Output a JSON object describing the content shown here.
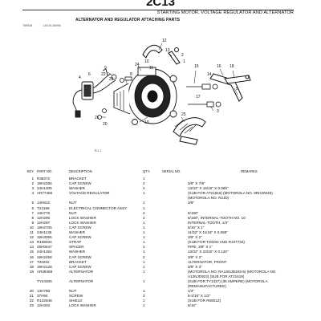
{
  "header": {
    "section_code": "2C13",
    "section_title": "STARTING MOTOR, VOLTAGE REGULATOR AND ALTERNATOR",
    "subtitle": "ALTERNATOR AND REGULATOR ATTACHING PARTS",
    "ref_left": "T69538",
    "ref_mid": "-UN-01JAN94"
  },
  "figure": {
    "code": "R-1 1",
    "callouts": [
      "1",
      "2",
      "3",
      "4",
      "5",
      "6",
      "7",
      "8",
      "9",
      "10",
      "11",
      "12",
      "13",
      "14",
      "15",
      "16",
      "17",
      "18",
      "19",
      "20",
      "21",
      "22",
      "23",
      "24",
      "25"
    ]
  },
  "table": {
    "headers": {
      "key": "KEY",
      "part_no": "PART NO.",
      "description": "DESCRIPTION",
      "qty": "QTY.",
      "serial_no": "SERIAL NO.",
      "remarks": "REMARKS"
    },
    "rows": [
      {
        "key": "1",
        "part": "R38372",
        "desc": "BRACKET",
        "qty": "1",
        "serial": "",
        "rem": ""
      },
      {
        "key": "2",
        "part": "19H2284",
        "desc": "CAP SCREW",
        "qty": "2",
        "serial": "",
        "rem": "3/8\" X 7/8\""
      },
      {
        "key": "3",
        "part": "24H1305",
        "desc": "WASHER",
        "qty": "2",
        "serial": "",
        "rem": "13/32\" X 15/16\" X 0.065\""
      },
      {
        "key": "4",
        "part": "AR77465",
        "desc": "VOLTAGE REGULATOR",
        "qty": "1",
        "serial": "",
        "rem": "(SUB FOR AT21815) (MOTOROLA NO. 9RH20048)"
      },
      {
        "key": "",
        "part": "",
        "desc": "",
        "qty": "",
        "serial": "",
        "rem": "(MOTOROLA NO. R2JD)"
      },
      {
        "key": "5",
        "part": "14H812",
        "desc": "NUT",
        "qty": "1",
        "serial": "",
        "rem": "3/8\""
      },
      {
        "key": "6",
        "part": "T24166",
        "desc": "ELECTRICAL CONNECTOR ASSY",
        "qty": "1",
        "serial": "",
        "rem": ""
      },
      {
        "key": "7",
        "part": "14H776",
        "desc": "NUT",
        "qty": "2",
        "serial": "",
        "rem": "5/180\""
      },
      {
        "key": "8",
        "part": "12H295",
        "desc": "LOCK WASHER",
        "qty": "2",
        "serial": "",
        "rem": "5/180\", INTERNAL-TOOTH NO. 10"
      },
      {
        "key": "9",
        "part": "12H297",
        "desc": "LOCK WASHER",
        "qty": "1",
        "serial": "",
        "rem": "INTERNAL-TOOTH, 1/4\""
      },
      {
        "key": "10",
        "part": "19H2705",
        "desc": "CAP SCREW",
        "qty": "1",
        "serial": "",
        "rem": "5/16\" X 1\""
      },
      {
        "key": "11",
        "part": "24H1135",
        "desc": "WASHER",
        "qty": "1",
        "serial": "",
        "rem": "11/32\" X 11/16\" X 0.065\""
      },
      {
        "key": "12",
        "part": "19H3065",
        "desc": "CAP SCREW",
        "qty": "1",
        "serial": "",
        "rem": "3/8\" X 2\""
      },
      {
        "key": "13",
        "part": "R108404",
        "desc": "STRAP",
        "qty": "1",
        "serial": "",
        "rem": "(SUB FOR T20204 AND R107734)"
      },
      {
        "key": "14",
        "part": "28H0547",
        "desc": "SPACER",
        "qty": "2",
        "serial": "",
        "rem": "PIPE, 3/8\" X 1\""
      },
      {
        "key": "15",
        "part": "24H1364",
        "desc": "WASHER",
        "qty": "1",
        "serial": "",
        "rem": "13/32\" X 23/32\" X 0.120\""
      },
      {
        "key": "16",
        "part": "19H2458",
        "desc": "CAP SCREW",
        "qty": "2",
        "serial": "",
        "rem": "3/8\" X 2\""
      },
      {
        "key": "17",
        "part": "T20202",
        "desc": "BRACKET",
        "qty": "1",
        "serial": "",
        "rem": "ALTERNATOR, FRONT"
      },
      {
        "key": "18",
        "part": "19H2128",
        "desc": "CAP SCREW",
        "qty": "1",
        "serial": "",
        "rem": "3/8\" X 3\""
      },
      {
        "key": "19",
        "part": "AR38458",
        "desc": "ALTERNATOR",
        "qty": "1",
        "serial": "",
        "rem": "(MOTOROLA NO. RA1SNJD453-5) (MOTOROLA NO."
      },
      {
        "key": "",
        "part": "",
        "desc": "",
        "qty": "",
        "serial": "",
        "rem": "A12NJD923) (SUB FOR AT21619)"
      },
      {
        "key": "",
        "part": "TY24306",
        "desc": "ALTERNATOR",
        "qty": "1",
        "serial": "",
        "rem": "(SUB FOR TY1427) (35 AMPERE) (MOTOROLA"
      },
      {
        "key": "",
        "part": "",
        "desc": "",
        "qty": "",
        "serial": "",
        "rem": "(REMANUFACTURED)"
      },
      {
        "key": "20",
        "part": "14H786",
        "desc": "NUT",
        "qty": "1",
        "serial": "",
        "rem": "1/4\""
      },
      {
        "key": "21",
        "part": "37H94",
        "desc": "SCREW",
        "qty": "3",
        "serial": "",
        "rem": "5-2/16\" X 1/2\""
      },
      {
        "key": "22",
        "part": "R122848",
        "desc": "SHIELD",
        "qty": "1",
        "serial": "",
        "rem": "(SUB FOR R6601Z)"
      },
      {
        "key": "23",
        "part": "12H303",
        "desc": "LOCK WASHER",
        "qty": "1",
        "serial": "",
        "rem": "5/16\""
      }
    ]
  }
}
